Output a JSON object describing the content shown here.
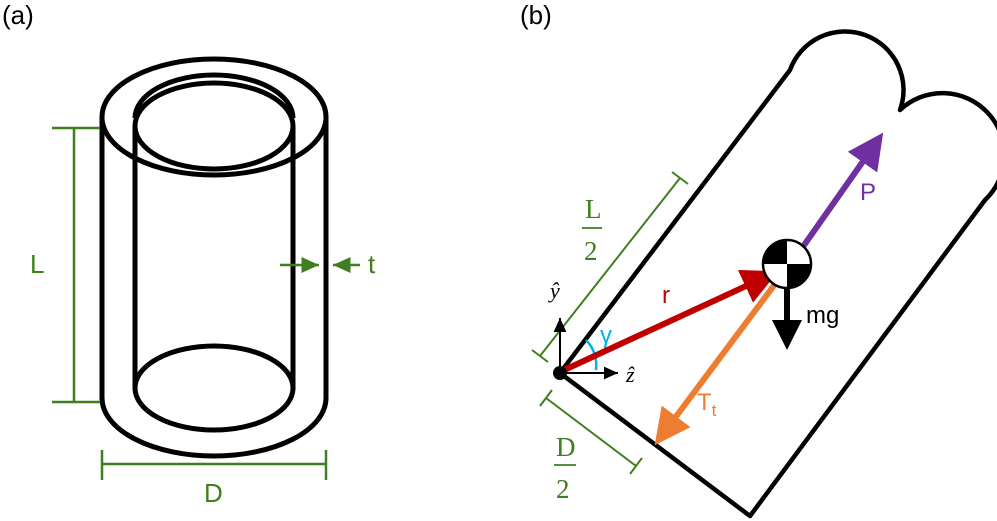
{
  "panels": {
    "a": {
      "label": "(a)"
    },
    "b": {
      "label": "(b)"
    }
  },
  "panel_a": {
    "length_label": "L",
    "diameter_label": "D",
    "thickness_label": "t"
  },
  "panel_b": {
    "half_length": {
      "numerator": "L",
      "denominator": "2"
    },
    "half_diameter": {
      "numerator": "D",
      "denominator": "2"
    },
    "vectors": {
      "position": "r",
      "force": "P",
      "weight": "mg",
      "tension": "T",
      "tension_subscript": "t"
    },
    "angle_label": "γ",
    "axes": {
      "y": "ŷ",
      "z": "ẑ"
    }
  },
  "colors": {
    "dimension": "#3f7f1f",
    "position_vector": "#c00000",
    "force_vector": "#7030a0",
    "tension_vector": "#ed7d31",
    "angle": "#00b0f0",
    "outline": "#000000"
  }
}
